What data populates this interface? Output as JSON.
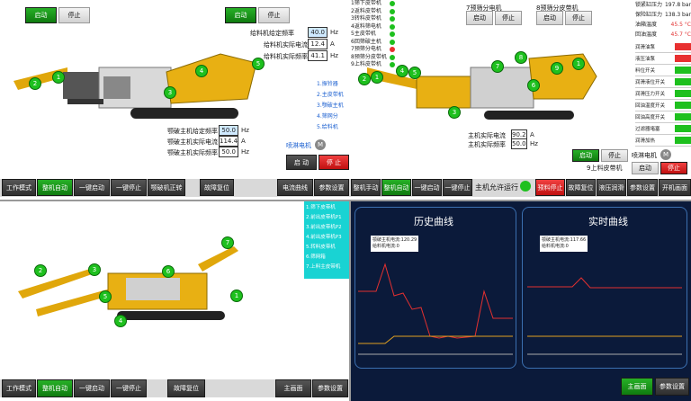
{
  "q1": {
    "start": "启动",
    "stop": "停止",
    "start2": "启动",
    "stop2": "停止",
    "feed_set_label": "给料机给定频率",
    "feed_set": "40.0",
    "feed_set_unit": "Hz",
    "feed_cur_label": "给料机实际电流",
    "feed_cur": "12.4",
    "feed_cur_unit": "A",
    "feed_freq_label": "给料机实际频率",
    "feed_freq": "41.1",
    "feed_freq_unit": "Hz",
    "legend": [
      "1.振铃器",
      "2.主皮带机",
      "3.颚破主机",
      "4.筛网分",
      "5.给料机"
    ],
    "jaw_set_label": "颚破主机给定频率",
    "jaw_set": "50.0",
    "jaw_set_unit": "Hz",
    "jaw_cur_label": "颚破主机实际电流",
    "jaw_cur": "114.4",
    "jaw_cur_unit": "A",
    "jaw_freq_label": "颚破主机实际频率",
    "jaw_freq": "50.0",
    "jaw_freq_unit": "Hz",
    "spray_label": "喷淋电机",
    "spray_m": "M",
    "spray_start": "启 动",
    "spray_stop": "停 止"
  },
  "toolbar1": [
    "工作模式",
    "整机自动",
    "一键启动",
    "一键停止",
    "颚破机正转",
    "故障复位",
    "电流曲线",
    "参数设置"
  ],
  "q2": {
    "conveyors": [
      "1筛下皮带机",
      "2返料皮带机",
      "3转料皮带机",
      "4返料筛电机",
      "5主皮带机",
      "6回筛破主机",
      "7预筛分电机",
      "8预筛分皮带机",
      "9上料皮带机"
    ],
    "conv_colors": [
      "#1ec01e",
      "#1ec01e",
      "#1ec01e",
      "#1ec01e",
      "#1ec01e",
      "#1ec01e",
      "#e83030",
      "#1ec01e",
      "#1ec01e"
    ],
    "pre_motor": "7预筛分电机",
    "pre_belt": "8预筛分皮带机",
    "start": "启动",
    "stop": "停止",
    "start2": "启动",
    "stop2": "停止",
    "main_cur_label": "主机实际电流",
    "main_cur": "90.2",
    "main_cur_unit": "A",
    "main_freq_label": "主机实际频率",
    "main_freq": "50.0",
    "main_freq_unit": "Hz",
    "spray_label": "喷淋电机",
    "spray_m": "M",
    "spray_start": "启动",
    "spray_stop": "停止",
    "belt9": "9上料皮带机",
    "belt9_start": "启动",
    "belt9_stop": "停止",
    "params": [
      {
        "k": "锁紧缸压力",
        "v": "197.8",
        "u": "bar"
      },
      {
        "k": "保险缸压力",
        "v": "138.3",
        "u": "bar"
      },
      {
        "k": "油箱温度",
        "v": "45.5",
        "u": "°C"
      },
      {
        "k": "回油温度",
        "v": "45.7",
        "u": "°C"
      }
    ],
    "status": [
      "润滑油泵",
      "液压油泵",
      "料位开关",
      "润滑液位开关",
      "润滑压力开关",
      "回油温度开关",
      "回油高度开关",
      "过滤器堵塞",
      "润滑加热"
    ],
    "status_colors": [
      "#e83030",
      "#e83030",
      "#1ec01e",
      "#1ec01e",
      "#1ec01e",
      "#1ec01e",
      "#1ec01e",
      "#1ec01e",
      "#1ec01e"
    ]
  },
  "toolbar2": [
    "整机手动",
    "整机自动",
    "一键启动",
    "一键停止",
    "主机允许运行",
    "预料停止",
    "故障复位",
    "液压润滑",
    "参数设置",
    "开机画面"
  ],
  "q3": {
    "legend": [
      "1.筛下皮带机",
      "2.前出皮带机P1",
      "3.前出皮带机P2",
      "4.前出皮带机P3",
      "5.转料皮带机",
      "6.筛网箱",
      "7.上料主皮带机"
    ],
    "toolbar": [
      "工作模式",
      "整机自动",
      "一键启动",
      "一键停止",
      "故障复位",
      "主画面",
      "参数设置"
    ]
  },
  "q4": {
    "hist_title": "历史曲线",
    "rt_title": "实时曲线",
    "hist_tip1": "颚破主机电流:120.29",
    "hist_tip2": "给料机电流:0",
    "rt_tip1": "颚破主机电流:117.66",
    "rt_tip2": "给料机电流:0",
    "main": "主画面",
    "params": "参数设置"
  }
}
